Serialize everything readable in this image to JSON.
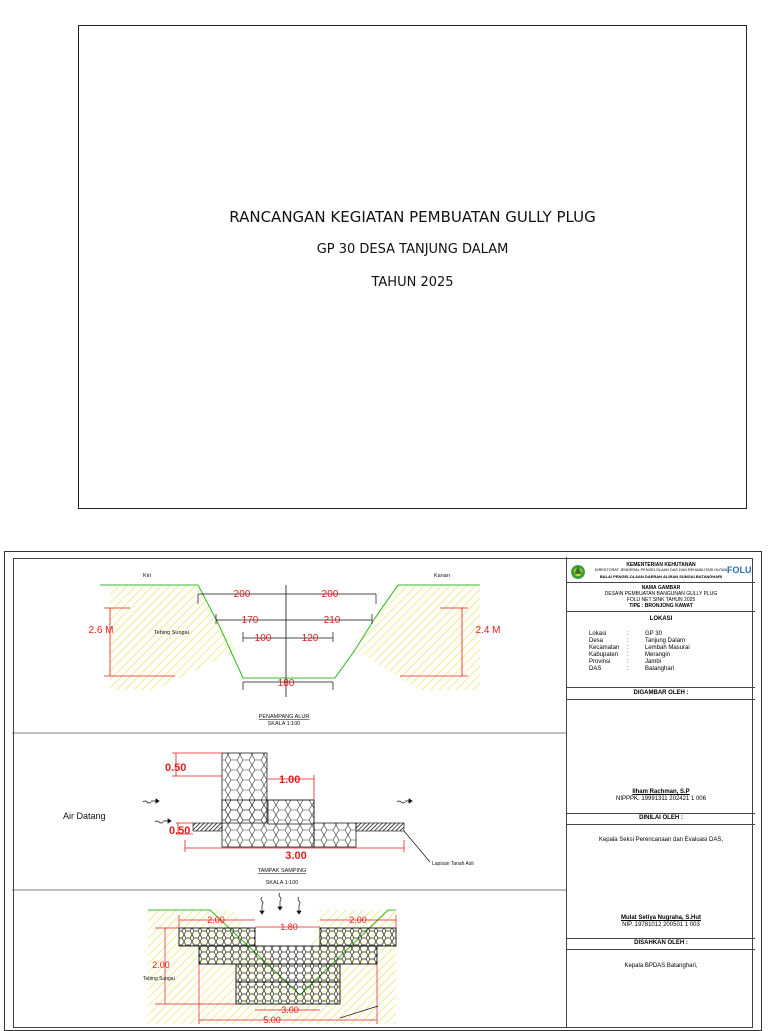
{
  "cover": {
    "title": "RANCANGAN KEGIATAN PEMBUATAN GULLY PLUG",
    "subtitle": "GP 30 DESA TANJUNG DALAM",
    "year": "TAHUN 2025"
  },
  "drawing": {
    "cross_section": {
      "left_label": "Kiri",
      "right_label": "Kanan",
      "left_height": "2.6 M",
      "right_height": "2.4 M",
      "bank_label": "Tebing Sungai",
      "dims": [
        "200",
        "200",
        "170",
        "210",
        "100",
        "120",
        "180"
      ],
      "title": "PENAMPANG ALUR",
      "scale": "SKALA 1:100"
    },
    "side_view": {
      "inflow_label": "Air Datang",
      "dim_top": "0.50",
      "dim_step": "1.00",
      "dim_bottom": "0.50",
      "dim_length": "3.00",
      "soil_label": "Lapisan Tanah Asli",
      "title": "TAMPAK SAMPING",
      "scale": "SKALA 1:100"
    },
    "front_view": {
      "dim_left": "2.00",
      "dim_center": "1.80",
      "dim_right": "2.00",
      "dim_height": "2.00",
      "bank_label": "Tebing Sungai",
      "dim_inner": "3.00",
      "dim_base": "5.00"
    }
  },
  "title_block": {
    "ministry": "KEMENTERIAN KEHUTANAN",
    "directorate": "DIREKTORAT JENDERAL PENGELOLAAN DAS DAN REHABILITASI HUTAN",
    "office": "BALAI PENGELOLAAN DAERAH ALIRAN SUNGAI BATANGHARI",
    "logo_text": "FOLU",
    "drawing_name_label": "NAMA GAMBAR",
    "drawing_name": "DESAIN PEMBUATAN BANGUNAN GULLY PLUG",
    "program": "FOLU NET SINK TAHUN 2025",
    "type": "TIPE : BRONJONG KAWAT",
    "location_header": "LOKASI",
    "location": [
      {
        "key": "Lokasi",
        "sep": ":",
        "value": "GP 30"
      },
      {
        "key": "Desa",
        "sep": ":",
        "value": "Tanjung Dalam"
      },
      {
        "key": "Kecamatan",
        "sep": ":",
        "value": "Lembah Masurai"
      },
      {
        "key": "Kabupaten",
        "sep": ":",
        "value": "Merangin"
      },
      {
        "key": "Provinsi",
        "sep": ":",
        "value": "Jambi"
      },
      {
        "key": "DAS",
        "sep": ":",
        "value": "Batanghari"
      }
    ],
    "drawn_by_header": "DIGAMBAR OLEH :",
    "drawn_by_name": "Ilham Rachman, S.P",
    "drawn_by_id": "NIPPPK. 19991311 202421 1 006",
    "assessed_by_header": "DINILAI OLEH :",
    "assessed_by_role": "Kepala Seksi Perencanaan dan Evaluasi DAS,",
    "assessed_by_name": "Mulat Setiya Nugraha, S.Hut",
    "assessed_by_id": "NIP.   19781012 200501 1 003",
    "approved_by_header": "DISAHKAN OLEH :",
    "approved_by_role": "Kepala BPDAS Batanghari,"
  }
}
